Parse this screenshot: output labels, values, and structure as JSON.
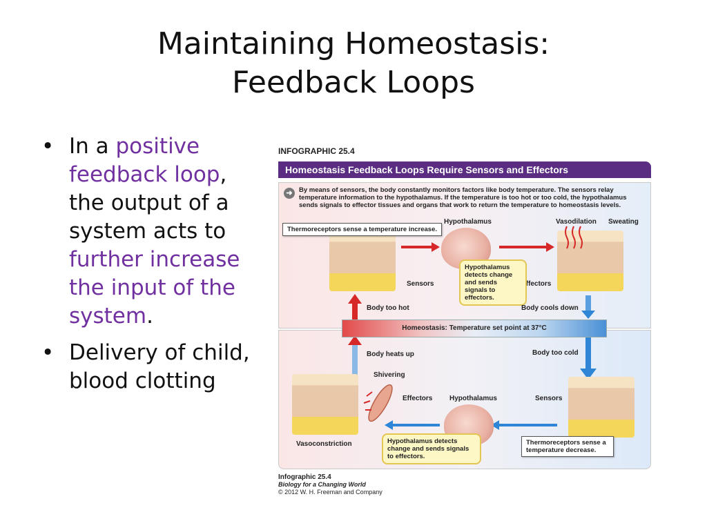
{
  "slide": {
    "title_line1": "Maintaining Homeostasis:",
    "title_line2": "Feedback Loops"
  },
  "bullets": {
    "b1": {
      "t1": "In a ",
      "h1": "positive feedback loop",
      "t2": ", the output of a system acts to ",
      "h2": "further increase the input of the system",
      "t3": "."
    },
    "b2": "Delivery of child, blood clotting",
    "bullet_char": "•"
  },
  "infographic": {
    "tag": "INFOGRAPHIC 25.4",
    "banner": "Homeostasis Feedback Loops Require Sensors and Effectors",
    "intro": "By means of sensors, the body constantly monitors factors like body temperature. The sensors relay temperature information to the hypothalamus. If the temperature is too hot or too cold, the hypothalamus sends signals to effector tissues and organs that work to return the temperature to homeostasis levels.",
    "top": {
      "thermo_box": "Thermoreceptors sense a temperature increase.",
      "hypothalamus": "Hypothalamus",
      "vasodilation": "Vasodilation",
      "sweating": "Sweating",
      "sensors": "Sensors",
      "effectors": "Effectors",
      "hypo_box": "Hypothalamus detects change and sends signals to effectors.",
      "body_too_hot": "Body too hot",
      "body_cools_down": "Body cools down"
    },
    "setpoint": "Homeostasis: Temperature set point at 37°C",
    "bottom": {
      "body_heats_up": "Body heats up",
      "body_too_cold": "Body too cold",
      "shivering": "Shivering",
      "effectors": "Effectors",
      "hypothalamus": "Hypothalamus",
      "sensors": "Sensors",
      "vasoconstriction": "Vasoconstriction",
      "hypo_box": "Hypothalamus detects change and sends signals to effectors.",
      "thermo_box": "Thermoreceptors sense a temperature decrease."
    },
    "footer": {
      "line1": "Infographic 25.4",
      "line2": "Biology for a Changing World",
      "line3": "© 2012 W. H. Freeman and Company"
    },
    "colors": {
      "purple": "#5a2d82",
      "hot": "#d62828",
      "cold": "#2f86d6"
    }
  }
}
